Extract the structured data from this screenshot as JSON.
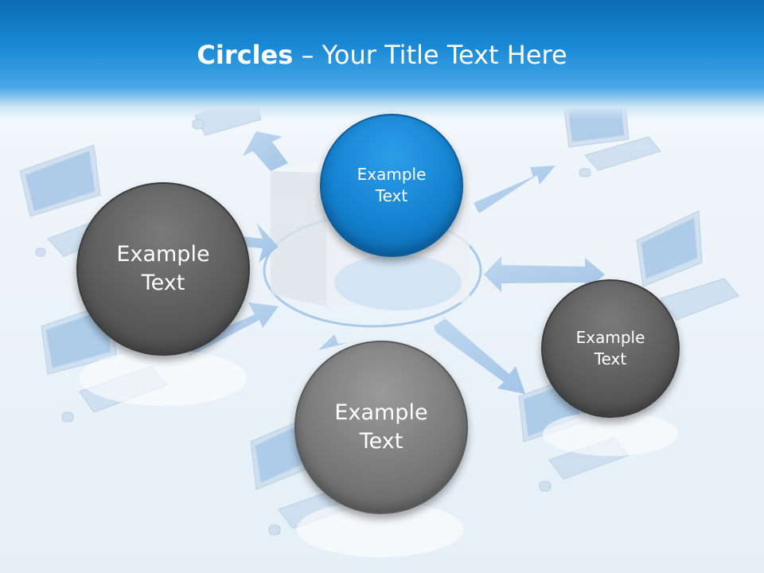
{
  "title": {
    "bold": "Circles",
    "rest": " – Your Title Text Here"
  },
  "circles": [
    {
      "label": "Example\nText"
    },
    {
      "label": "Example\nText"
    },
    {
      "label": "Example\nText"
    },
    {
      "label": "Example\nText"
    }
  ],
  "colors": {
    "header": "#1a8ad6",
    "blue_circle": "#1482d0",
    "gray_circle": "#5c5c5c"
  }
}
